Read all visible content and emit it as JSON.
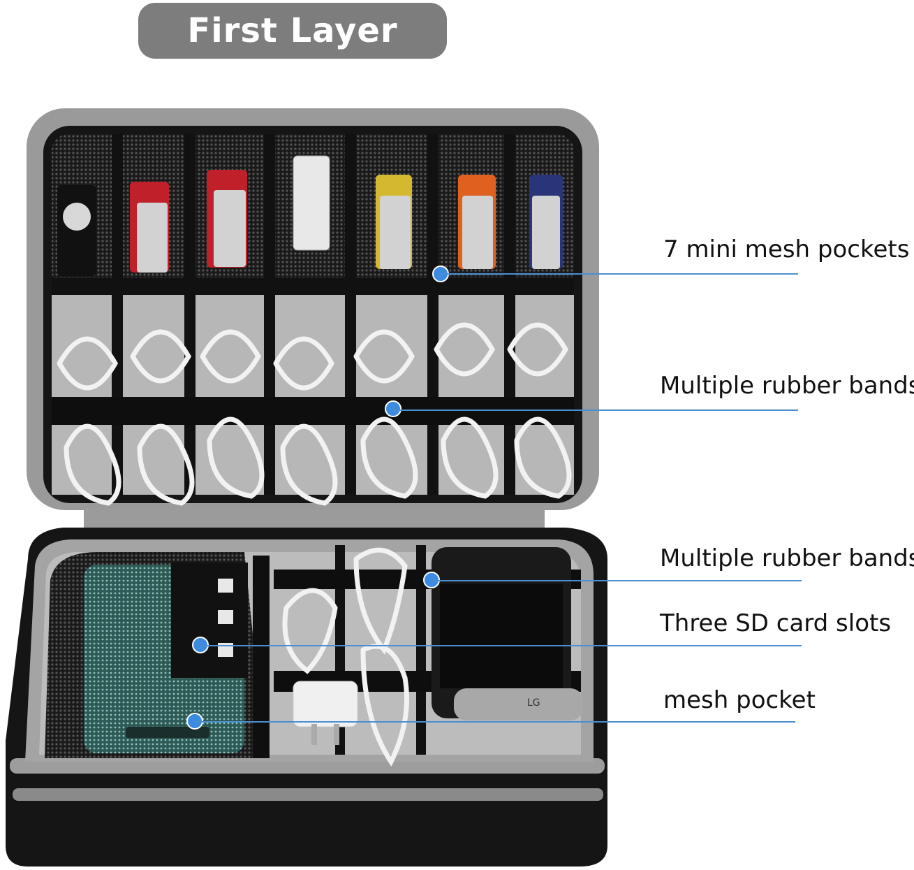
{
  "header": {
    "title": "First Layer"
  },
  "callouts": [
    {
      "label": "7 mini mesh pockets"
    },
    {
      "label": "Multiple rubber bands"
    },
    {
      "label": "Multiple rubber bands"
    },
    {
      "label": "Three SD card slots"
    },
    {
      "label": "mesh pocket"
    }
  ],
  "product": {
    "phone_brand": "LG",
    "usb_colors": [
      "#1c1c1c",
      "#c0202a",
      "#c0202a",
      "#e8e8e8",
      "#d4b830",
      "#e06020",
      "#2a3478"
    ]
  },
  "colors": {
    "accent": "#3c8be0",
    "pill_bg": "#7d7d7d",
    "case_dark": "#1d1d1d",
    "case_grey": "#a6a6a6",
    "lining": "#b7b7b7"
  }
}
